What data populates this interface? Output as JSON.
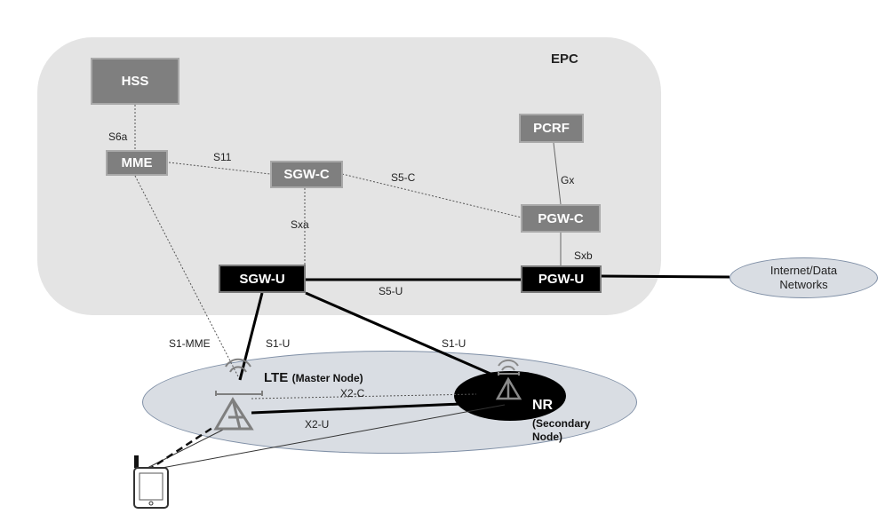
{
  "epc": {
    "title": "EPC"
  },
  "nodes": {
    "hss": "HSS",
    "mme": "MME",
    "sgw_c": "SGW-C",
    "pcrf": "PCRF",
    "pgw_c": "PGW-C",
    "sgw_u": "SGW-U",
    "pgw_u": "PGW-U"
  },
  "interfaces": {
    "s6a": "S6a",
    "s11": "S11",
    "s5c": "S5-C",
    "gx": "Gx",
    "sxa": "Sxa",
    "sxb": "Sxb",
    "s5u": "S5-U",
    "s1_mme": "S1-MME",
    "s1_u_lte": "S1-U",
    "s1_u_nr": "S1-U",
    "x2c": "X2-C",
    "x2u": "X2-U"
  },
  "internet": {
    "line1": "Internet/Data",
    "line2": "Networks"
  },
  "lte": {
    "name": "LTE",
    "role": "(Master Node)"
  },
  "nr": {
    "name": "NR",
    "role_line1": "(Secondary",
    "role_line2": "Node)"
  },
  "colors": {
    "epc_bg": "#e4e4e4",
    "node_gray": "#7f7f7f",
    "node_black": "#000000",
    "ellipse_bg": "#d9dde3"
  }
}
